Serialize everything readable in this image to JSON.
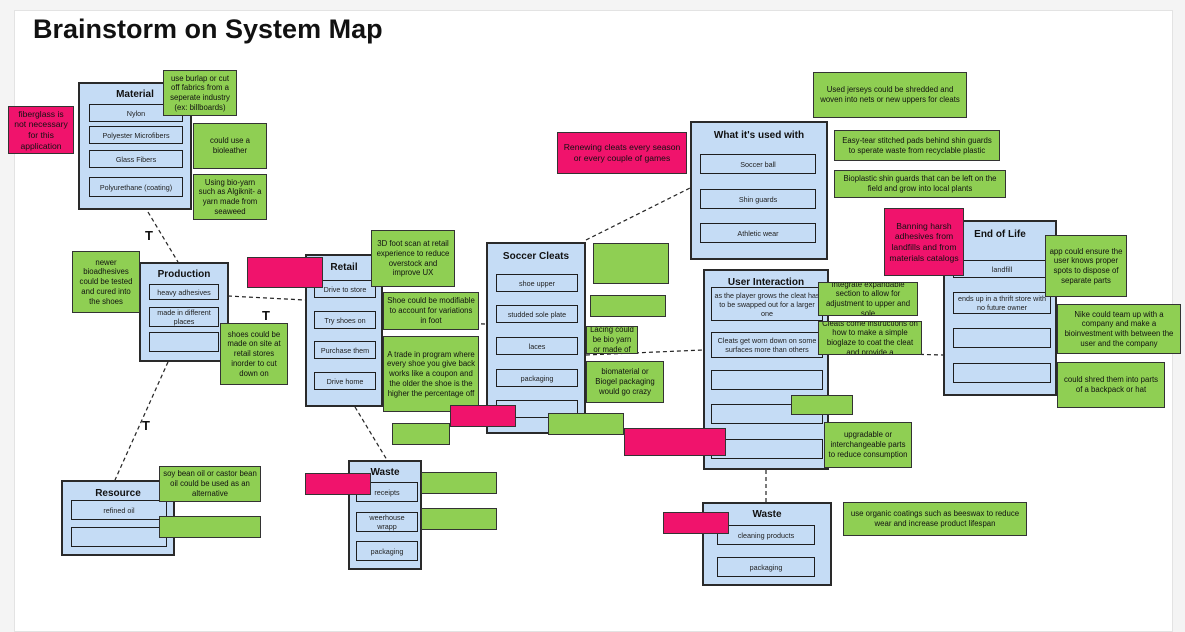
{
  "title": "Brainstorm on System Map",
  "t_label": "T",
  "boxes": {
    "material": {
      "title": "Material",
      "items": [
        "Nylon",
        "Polyester Microfibers",
        "Glass Fibers",
        "Polyurethane (coating)"
      ]
    },
    "production": {
      "title": "Production",
      "items": [
        "heavy adhesives",
        "made in different places",
        ""
      ]
    },
    "retail": {
      "title": "Retail",
      "items": [
        "Drive to store",
        "Try shoes on",
        "Purchase them",
        "Drive home"
      ]
    },
    "soccer": {
      "title": "Soccer Cleats",
      "items": [
        "shoe upper",
        "studded sole plate",
        "laces",
        "packaging",
        ""
      ]
    },
    "used_with": {
      "title": "What it's used with",
      "items": [
        "Soccer ball",
        "Shin guards",
        "Athletic wear"
      ]
    },
    "user": {
      "title": "User Interaction",
      "items": [
        "as the player grows the cleat has to be swapped out for a larger one",
        "Cleats get worn down on some surfaces more than others",
        "",
        "",
        ""
      ]
    },
    "eol": {
      "title": "End of Life",
      "items": [
        "landfill",
        "ends up in a thrift store with no future owner",
        "",
        ""
      ]
    },
    "resource": {
      "title": "Resource",
      "items": [
        "refined oil",
        ""
      ]
    },
    "waste1": {
      "title": "Waste",
      "items": [
        "receipts",
        "weerhouse wrapp",
        "packaging"
      ]
    },
    "waste2": {
      "title": "Waste",
      "items": [
        "cleaning products",
        "packaging"
      ]
    }
  },
  "notes": {
    "burlap": "use burlap or cut off fabrics from a seperate industry (ex: billboards)",
    "bioleather": "could use a bioleather",
    "bioyarn": "Using bio-yarn such as Algiknit- a yarn made from seaweed",
    "bioadhesives": "newer bioadhesives could be tested and cured into the shoes",
    "onsite": "shoes could be made on site at retail stores inorder to cut down on",
    "scan3d": "3D foot scan at retail experience to reduce overstock and improve UX",
    "modifiable": "Shoe could be modifiable to account for variations in foot",
    "tradein": "A trade in program where every shoe you give back works like a coupon and the older the shoe is the higher the percentage off",
    "lacing": "Lacing could be bio yarn or made of",
    "biomaterial": "biomaterial or Biogel packaging would go crazy",
    "jerseys": "Used jerseys could be shredded and woven into nets or new uppers for cleats",
    "easytear": "Easy-tear stitched pads behind shin guards to sperate waste from recyclable plastic",
    "bioplastic": "Bioplastic shin guards that can be left on the field and grow into local plants",
    "expandable": "Integrate expandable section to allow for adjustment to upper and sole",
    "bioglaze": "Cleats come instructions on how to make a simple bioglaze to coat the cleat and provide a",
    "upgradable": "upgradable or interchangeable parts to reduce consumption",
    "app": "app could ensure the user knows proper spots to dispose of separate parts",
    "nike": "Nike could team up with a company and make a bioinvestment with between the user and the company",
    "shred": "could shred them into parts of a backpack or hat",
    "soybean": "soy bean oil or castor bean oil could be used as an alternative",
    "organic": "use organic coatings such as beeswax to reduce wear and increase product lifespan"
  },
  "pinks": {
    "fiberglass": "fiberglass is not necessary for this application",
    "renewing": "Renewing cleats every season or every couple of games",
    "banning": "Banning harsh adhesives from landfills and from materials catalogs"
  },
  "colors": {
    "box": "#c5dcf5",
    "note": "#8fcf53",
    "pink": "#f0136c",
    "line": "#222222"
  }
}
